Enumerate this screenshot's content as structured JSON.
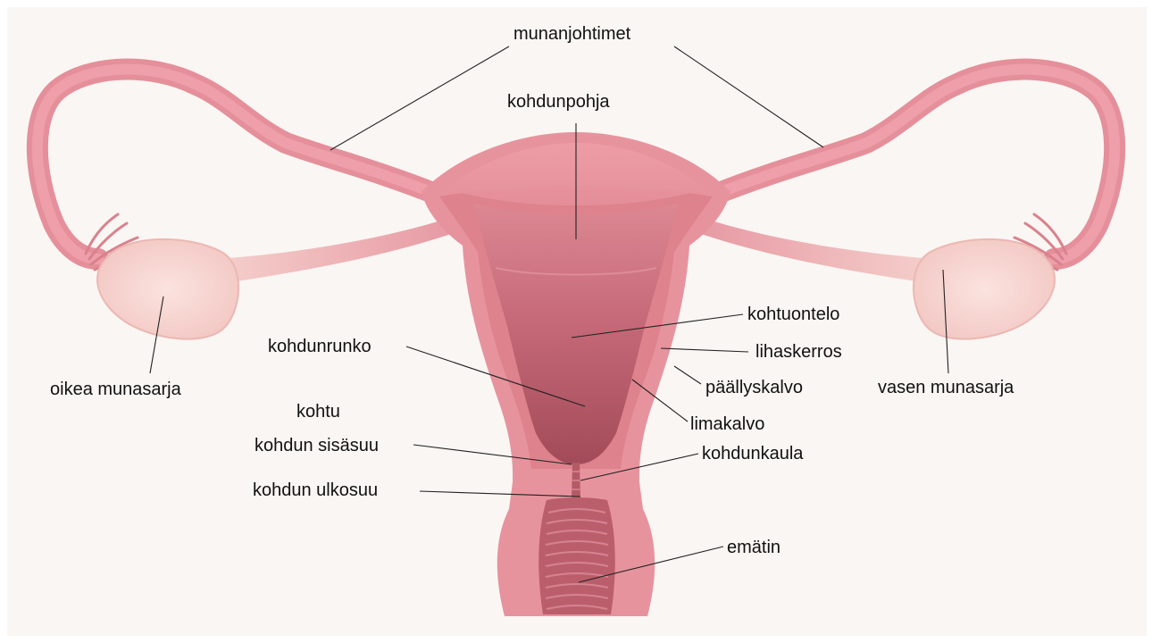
{
  "labels": {
    "fallopian_tubes": "munanjohtimet",
    "fundus": "kohdunpohja",
    "uterine_cavity": "kohtuontelo",
    "myometrium": "lihaskerros",
    "uterine_body": "kohdunrunko",
    "perimetrium": "päällyskalvo",
    "right_ovary": "oikea munasarja",
    "left_ovary": "vasen munasarja",
    "uterus": "kohtu",
    "endometrium": "limakalvo",
    "internal_os": "kohdun sisäsuu",
    "cervix": "kohdunkaula",
    "external_os": "kohdun ulkosuu",
    "vagina": "emätin"
  },
  "colors": {
    "background": "#f9f6f3",
    "outer_tissue": "#e99aa3",
    "myometrium": "#dc7d89",
    "cavity_top": "#d7808c",
    "cavity_bottom": "#a44d5a",
    "ovary": "#f6d3cf",
    "vaginal_rugae": "#b85a68"
  }
}
